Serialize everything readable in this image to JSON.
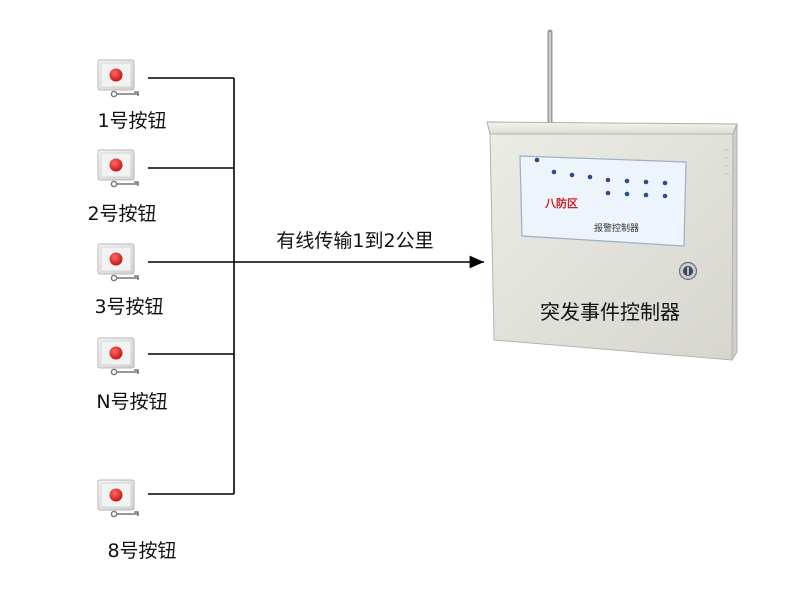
{
  "buttons": [
    {
      "label": "1号按钮"
    },
    {
      "label": "2号按钮"
    },
    {
      "label": "3号按钮"
    },
    {
      "label": "N号按钮"
    },
    {
      "label": "8号按钮"
    }
  ],
  "connection": {
    "label": "有线传输1到2公里"
  },
  "controller": {
    "label": "突发事件控制器",
    "panel_brand": "八防区",
    "panel_title": "报警控制器"
  },
  "colors": {
    "button_red": "#d42020",
    "line": "#000000",
    "cabinet": "#e4e4de"
  }
}
